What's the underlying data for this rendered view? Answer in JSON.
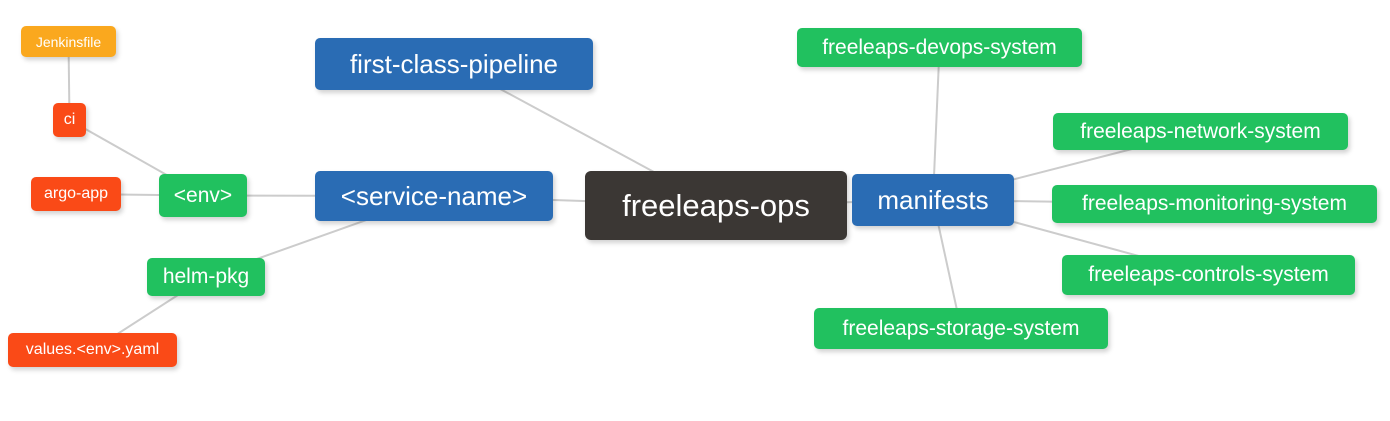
{
  "diagram": {
    "root_label": "freeleaps-ops",
    "nodes": {
      "jenkinsfile": {
        "label": "Jenkinsfile"
      },
      "ci": {
        "label": "ci"
      },
      "argo_app": {
        "label": "argo-app"
      },
      "env": {
        "label": "<env>"
      },
      "helm_pkg": {
        "label": "helm-pkg"
      },
      "values_env_yaml": {
        "label": "values.<env>.yaml"
      },
      "first_class_pipeline": {
        "label": "first-class-pipeline"
      },
      "service_name": {
        "label": "<service-name>"
      },
      "freeleaps_ops": {
        "label": "freeleaps-ops"
      },
      "manifests": {
        "label": "manifests"
      },
      "freeleaps_devops_system": {
        "label": "freeleaps-devops-system"
      },
      "freeleaps_network_system": {
        "label": "freeleaps-network-system"
      },
      "freeleaps_monitoring_system": {
        "label": "freeleaps-monitoring-system"
      },
      "freeleaps_controls_system": {
        "label": "freeleaps-controls-system"
      },
      "freeleaps_storage_system": {
        "label": "freeleaps-storage-system"
      }
    },
    "edges": [
      {
        "from": "jenkinsfile",
        "to": "ci"
      },
      {
        "from": "ci",
        "to": "env"
      },
      {
        "from": "argo_app",
        "to": "env"
      },
      {
        "from": "env",
        "to": "service_name"
      },
      {
        "from": "helm_pkg",
        "to": "service_name"
      },
      {
        "from": "values_env_yaml",
        "to": "helm_pkg"
      },
      {
        "from": "first_class_pipeline",
        "to": "freeleaps_ops"
      },
      {
        "from": "service_name",
        "to": "freeleaps_ops"
      },
      {
        "from": "freeleaps_ops",
        "to": "manifests"
      },
      {
        "from": "manifests",
        "to": "freeleaps_devops_system"
      },
      {
        "from": "manifests",
        "to": "freeleaps_network_system"
      },
      {
        "from": "manifests",
        "to": "freeleaps_monitoring_system"
      },
      {
        "from": "manifests",
        "to": "freeleaps_controls_system"
      },
      {
        "from": "manifests",
        "to": "freeleaps_storage_system"
      }
    ],
    "palette": {
      "root": "#3b3734",
      "blue": "#2a6cb4",
      "green": "#21c15f",
      "red": "#fa4a17",
      "orange": "#faa81e",
      "edge_line": "#cccccc",
      "text": "#ffffff"
    }
  }
}
